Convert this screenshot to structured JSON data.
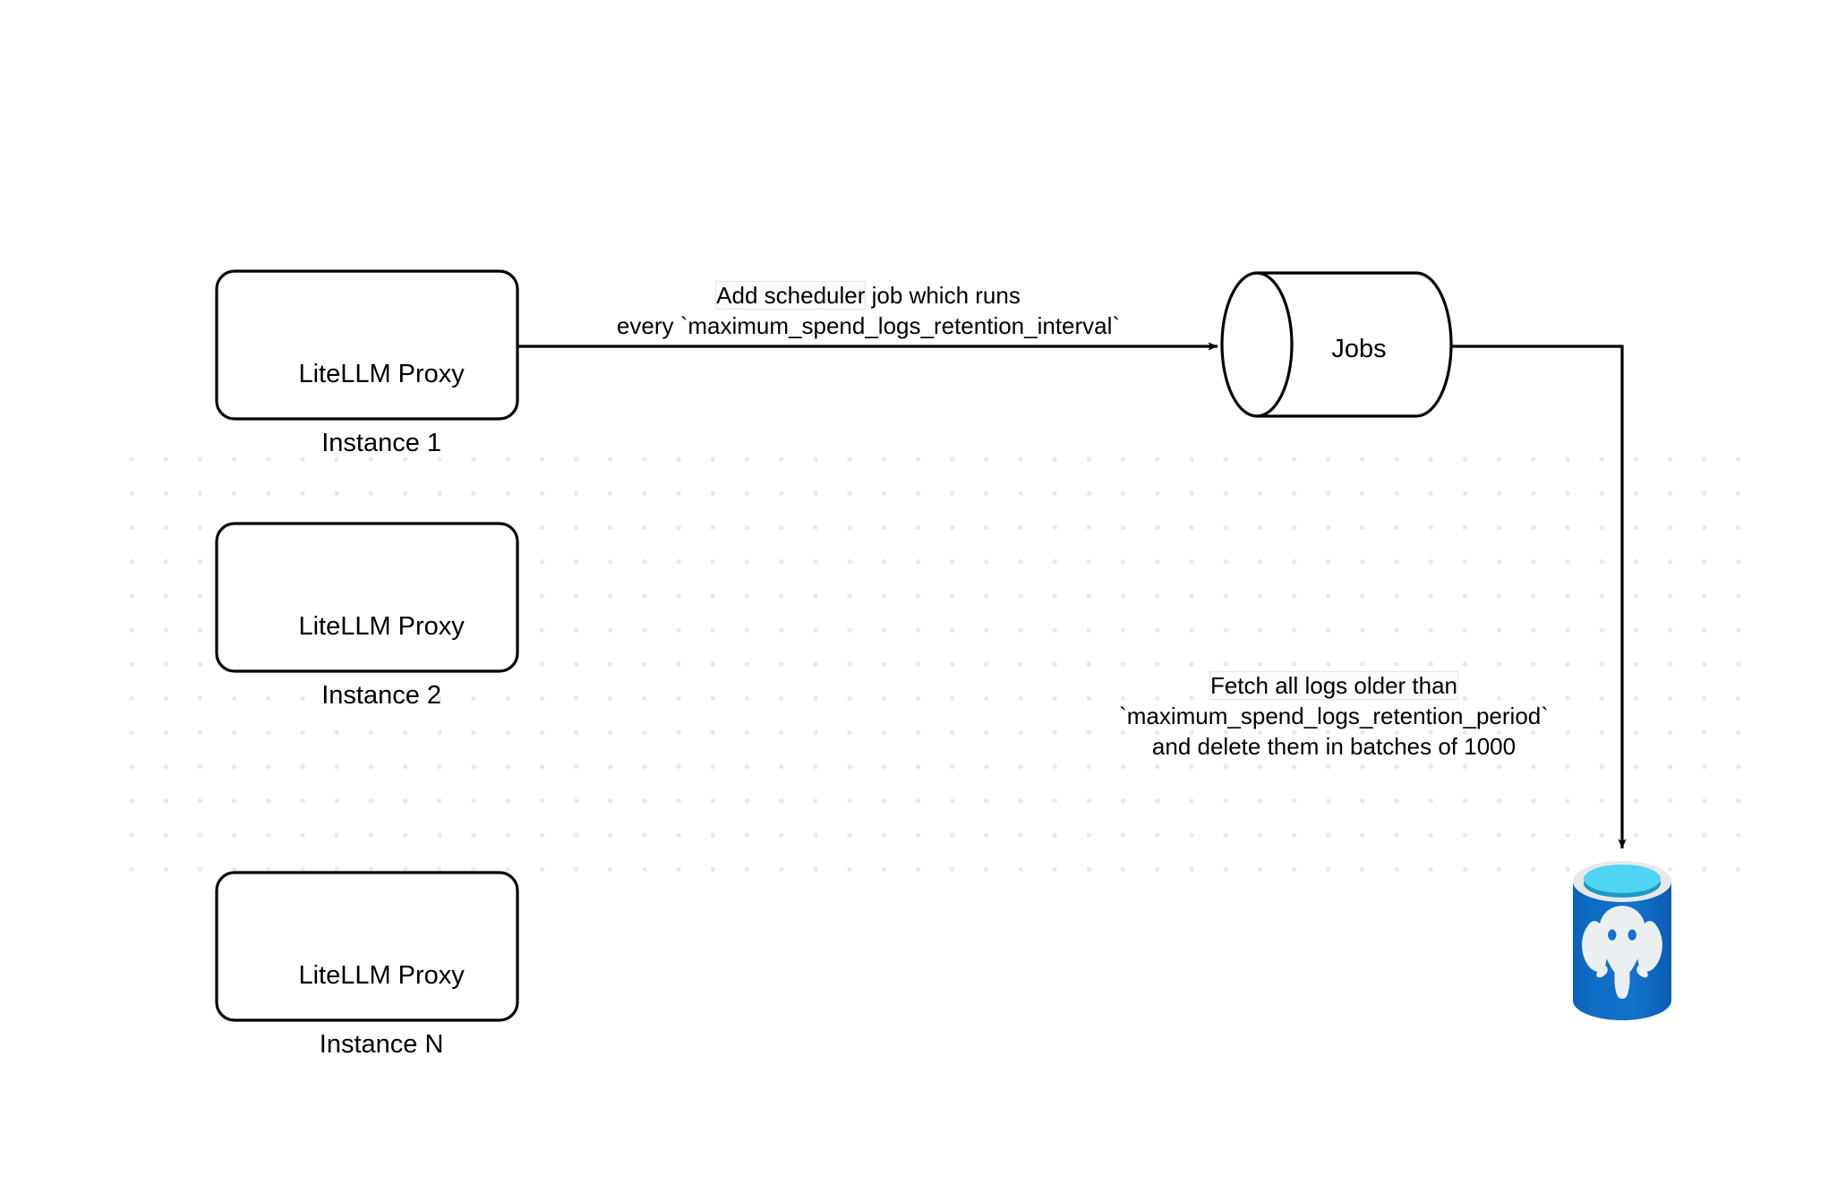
{
  "diagram": {
    "title": "LiteLLM spend logs retention scheduler flow",
    "background_color": "#ffffff",
    "grid_dot_color": "#e9e9e9",
    "stroke_color": "#000000"
  },
  "nodes": {
    "proxy_instances": [
      {
        "id": "proxy-instance-1",
        "line1": "LiteLLM Proxy",
        "line2": "Instance 1",
        "shape": "rounded-rectangle"
      },
      {
        "id": "proxy-instance-2",
        "line1": "LiteLLM Proxy",
        "line2": "Instance 2",
        "shape": "rounded-rectangle"
      },
      {
        "id": "proxy-instance-n",
        "line1": "LiteLLM Proxy",
        "line2": "Instance N",
        "shape": "rounded-rectangle"
      }
    ],
    "jobs": {
      "id": "jobs-queue",
      "label": "Jobs",
      "shape": "cylinder-horizontal"
    },
    "database": {
      "id": "postgres-database",
      "icon": "postgresql-elephant-icon",
      "label": "",
      "colors": {
        "body": "#0d6cc4",
        "body_dark": "#0b5aa8",
        "rim": "#e8e8e8",
        "liquid": "#4fd4f4",
        "liquid_shadow": "#1c9ac4",
        "elephant": "#eceff1"
      }
    }
  },
  "edges": [
    {
      "id": "edge-proxy1-to-jobs",
      "from": "proxy-instance-1",
      "to": "jobs-queue",
      "label_line1": "Add scheduler job which runs",
      "label_line2": "every `maximum_spend_logs_retention_interval`",
      "label_highlight": "Add scheduler",
      "arrow": "end"
    },
    {
      "id": "edge-jobs-to-postgres",
      "from": "jobs-queue",
      "to": "postgres-database",
      "label_line1": "Fetch all logs older than",
      "label_line2": "`maximum_spend_logs_retention_period`",
      "label_line3": "and delete them in batches of 1000",
      "label_highlight": "Fetch all logs older than",
      "arrow": "end"
    }
  ]
}
